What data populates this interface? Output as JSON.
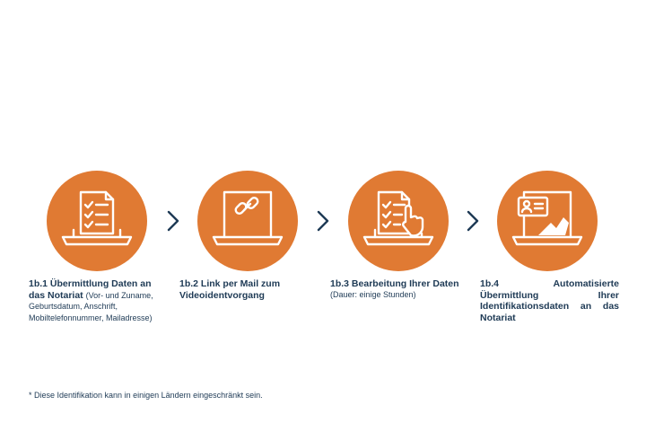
{
  "colors": {
    "accent": "#e07a33",
    "text": "#1e3a55",
    "icon_stroke": "#ffffff"
  },
  "steps": [
    {
      "title": "1b.1 Übermittlung Daten an das Notariat",
      "detail": "(Vor- und Zuname, Geburtsdatum, Anschrift, Mobiltelefonnummer, Mailadresse)",
      "icon": "laptop-checklist-icon"
    },
    {
      "title": "1b.2 Link per Mail zum Videoidentvorgang",
      "detail": "",
      "icon": "laptop-link-icon"
    },
    {
      "title": "1b.3 Bearbeitung Ihrer Daten",
      "detail": "(Dauer: einige Stunden)",
      "icon": "laptop-checklist-hand-icon"
    },
    {
      "title": "1b.4 Automatisierte Übermittlung Ihrer Identifikationsdaten an das Notariat",
      "detail": "",
      "icon": "laptop-id-card-icon"
    }
  ],
  "footnote": "* Diese Identifikation kann in einigen Ländern eingeschränkt sein."
}
